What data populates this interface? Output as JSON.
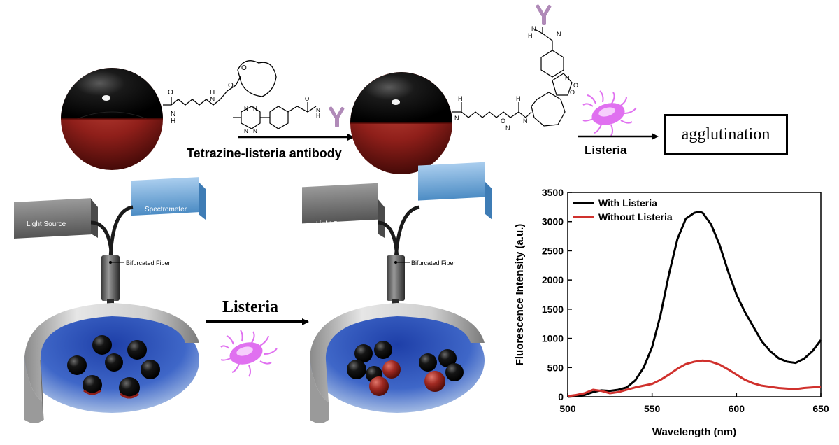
{
  "reaction": {
    "tetrazine_label": "Tetrazine-listeria antibody",
    "listeria_arrow_label": "Listeria",
    "result_label": "agglutination",
    "chem_atoms": [
      "O",
      "N",
      "H",
      "N",
      "H",
      "O",
      "O",
      "N",
      "N",
      "N",
      "N",
      "N",
      "H",
      "O",
      "H",
      "N",
      "O",
      "N",
      "H",
      "N",
      "H",
      "O",
      "O",
      "N",
      "N",
      "H"
    ]
  },
  "setup": {
    "light_source_label": "Light Source",
    "spectrometer_label": "Spectrometer",
    "fiber_label": "Bifurcated Fiber",
    "listeria_arrow_label": "Listeria"
  },
  "chart_data": {
    "type": "line",
    "xlabel": "Wavelength (nm)",
    "ylabel": "Fluorescence Intensity (a.u.)",
    "xlim": [
      500,
      650
    ],
    "ylim": [
      0,
      3500
    ],
    "xticks": [
      500,
      550,
      600,
      650
    ],
    "yticks": [
      0,
      500,
      1000,
      1500,
      2000,
      2500,
      3000,
      3500
    ],
    "legend_position": "top-left",
    "grid": false,
    "series": [
      {
        "name": "With Listeria",
        "color": "#000000",
        "x": [
          500,
          505,
          510,
          515,
          520,
          525,
          530,
          535,
          540,
          545,
          550,
          555,
          560,
          565,
          570,
          575,
          578,
          580,
          585,
          590,
          595,
          600,
          605,
          610,
          615,
          620,
          625,
          630,
          635,
          640,
          645,
          650
        ],
        "y": [
          0,
          10,
          30,
          80,
          110,
          100,
          120,
          160,
          280,
          500,
          850,
          1400,
          2100,
          2700,
          3050,
          3150,
          3170,
          3150,
          2950,
          2600,
          2150,
          1750,
          1450,
          1200,
          950,
          780,
          660,
          600,
          580,
          650,
          780,
          970
        ]
      },
      {
        "name": "Without Listeria",
        "color": "#d0312d",
        "x": [
          500,
          505,
          510,
          515,
          520,
          525,
          530,
          535,
          540,
          545,
          550,
          555,
          560,
          565,
          570,
          575,
          580,
          585,
          590,
          595,
          600,
          605,
          610,
          615,
          620,
          625,
          630,
          635,
          640,
          645,
          650
        ],
        "y": [
          10,
          30,
          60,
          120,
          100,
          60,
          80,
          120,
          160,
          190,
          220,
          290,
          380,
          480,
          560,
          600,
          620,
          600,
          550,
          470,
          380,
          290,
          230,
          190,
          170,
          150,
          140,
          130,
          150,
          160,
          170
        ]
      }
    ]
  },
  "colors": {
    "bead_black": "#0a0a0a",
    "bead_red": "#8f1f1a",
    "bacteria": "#e070f0",
    "antibody": "#b08ab8",
    "spectrometer_blue": "#6aa6d6",
    "light_source_gray": "#6e6e6e"
  }
}
